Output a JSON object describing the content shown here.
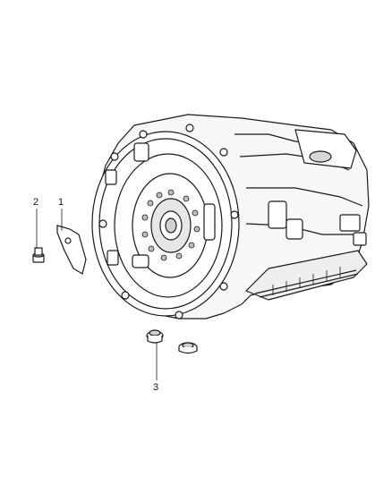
{
  "callouts": {
    "part_1": "1",
    "part_2": "2",
    "part_3": "3"
  },
  "colors": {
    "line": "#1a1a1a",
    "shade": "#cfcfcf",
    "background": "#ffffff"
  },
  "icons": [
    "transmission-assembly-drawing",
    "bolt-drawing",
    "shield-plate-drawing",
    "grommet-drawing",
    "plug-drawing"
  ]
}
